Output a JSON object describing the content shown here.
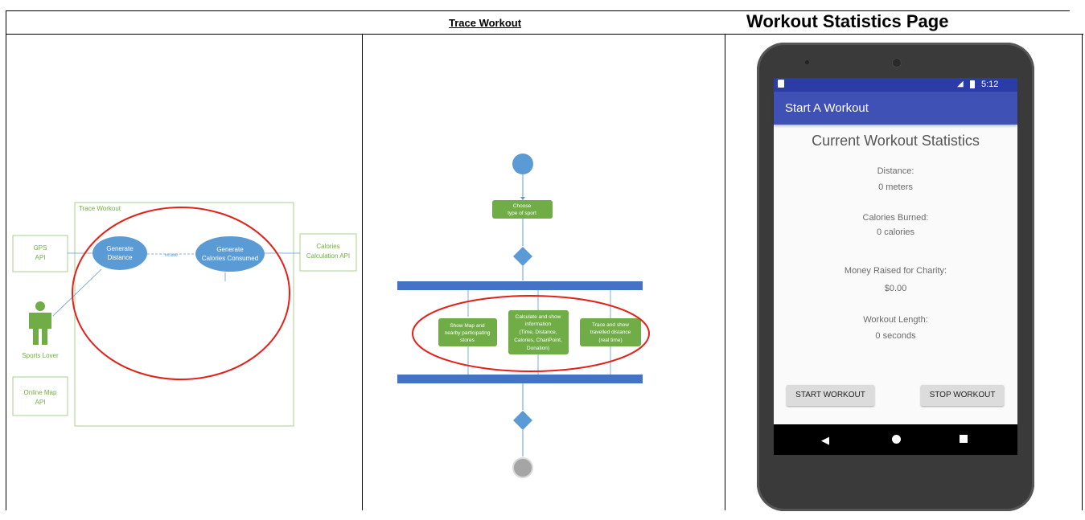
{
  "headers": {
    "section_title": "Trace Workout",
    "page_title": "Workout Statistics Page"
  },
  "use_case": {
    "system_label": "Trace Workout",
    "actors": {
      "gps": [
        "GPS",
        "API"
      ],
      "calories": [
        "Calories",
        "Calculation API"
      ],
      "map": [
        "Online Map",
        "API"
      ],
      "user": "Sports Lover"
    },
    "use_cases": {
      "distance": [
        "Generate",
        "Distance"
      ],
      "calories": [
        "Generate",
        "Calories Consumed"
      ]
    },
    "include_label": "include"
  },
  "activity": {
    "choose": [
      "Choose",
      "type of sport"
    ],
    "show_map": [
      "Show Map and",
      "nearby participating",
      "stores"
    ],
    "calculate": [
      "Calculate and show",
      "information",
      "(Time, Distance,",
      "Calories, ChariPoint,",
      "Donation)"
    ],
    "trace": [
      "Trace and show",
      "travelled distance",
      "(real time)"
    ]
  },
  "app": {
    "status_time": "5:12",
    "appbar_title": "Start A Workout",
    "content_title": "Current Workout Statistics",
    "stats": [
      {
        "label": "Distance:",
        "value": "0 meters"
      },
      {
        "label": "Calories Burned:",
        "value": "0 calories"
      },
      {
        "label": "Money Raised for Charity:",
        "value": "$0.00"
      },
      {
        "label": "Workout Length:",
        "value": "0 seconds"
      }
    ],
    "buttons": {
      "start": "START WORKOUT",
      "stop": "STOP WORKOUT"
    },
    "nav": {
      "back_icon": "back-triangle-icon",
      "home_icon": "home-circle-icon",
      "recents_icon": "recents-square-icon"
    }
  },
  "colors": {
    "green": "#70ad47",
    "blue": "#5b9bd5",
    "bar_blue": "#4472c4",
    "red": "#e32119",
    "indigo": "#3f51b5"
  }
}
